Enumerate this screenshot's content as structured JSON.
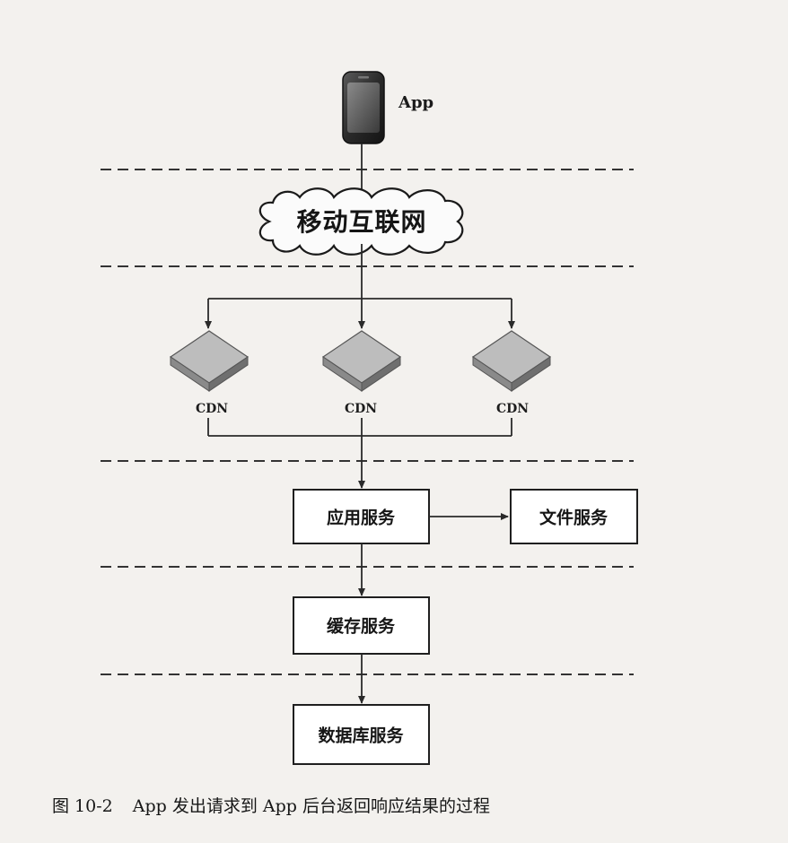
{
  "header_fragment": "",
  "app": {
    "label": "App"
  },
  "network": {
    "label": "移动互联网"
  },
  "cdn_nodes": [
    {
      "label": "CDN"
    },
    {
      "label": "CDN"
    },
    {
      "label": "CDN"
    }
  ],
  "services": {
    "app_service": "应用服务",
    "file_service": "文件服务",
    "cache_service": "缓存服务",
    "db_service": "数据库服务"
  },
  "caption": {
    "number": "图 10-2",
    "text": "App 发出请求到 App 后台返回响应结果的过程"
  },
  "colors": {
    "line": "#2a2a2a",
    "box_border": "#1f1f1f",
    "box_fill": "#ffffff",
    "diamond_top": "#b9b9b9",
    "diamond_side": "#7d7d7d",
    "phone_body": "#2b2b2b",
    "background": "#f3f1ee"
  }
}
